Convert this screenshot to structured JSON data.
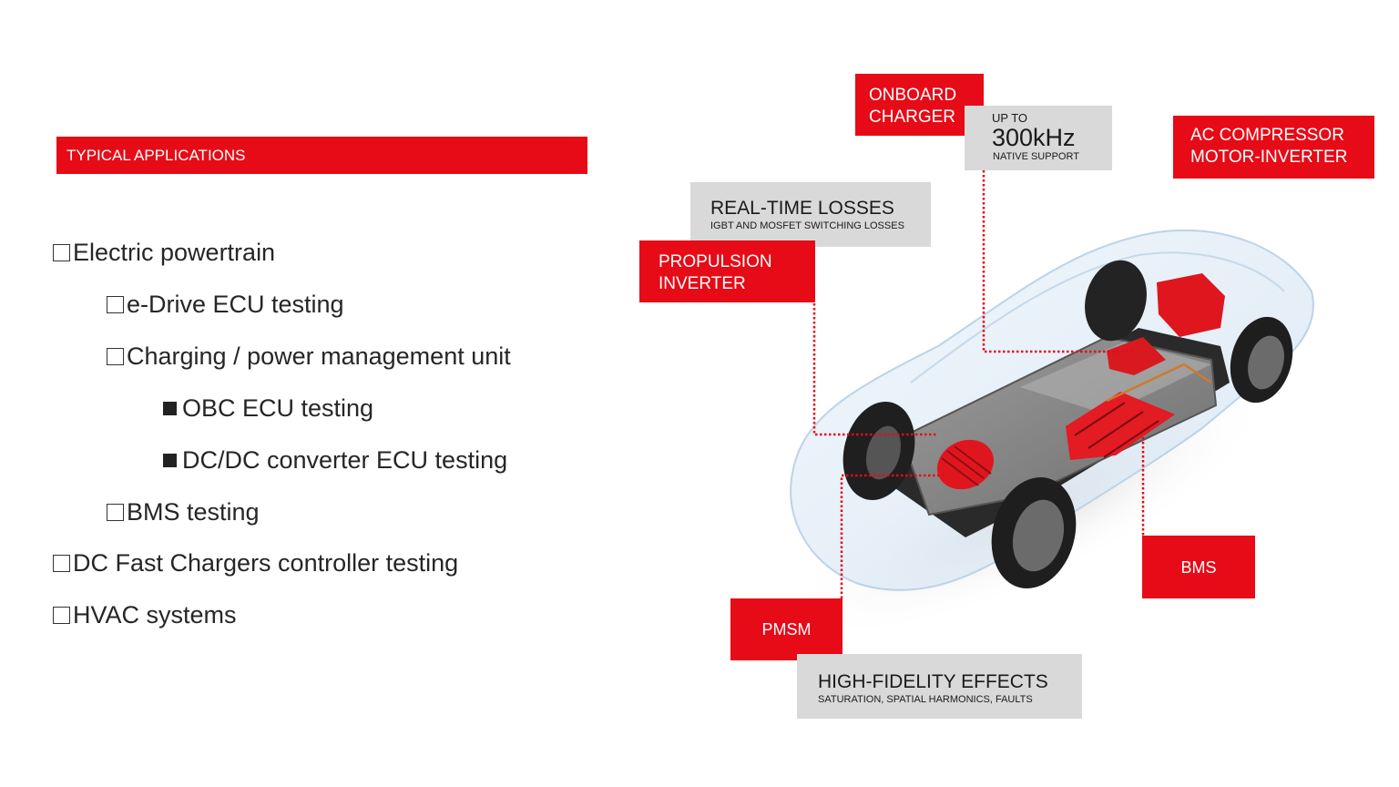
{
  "section": {
    "title": "TYPICAL APPLICATIONS"
  },
  "applications": [
    {
      "label": "Electric powertrain",
      "level": 0,
      "bullet": "open-square"
    },
    {
      "label": "e-Drive ECU testing",
      "level": 1,
      "bullet": "open-square"
    },
    {
      "label": "Charging / power management unit",
      "level": 1,
      "bullet": "open-square"
    },
    {
      "label": "OBC ECU testing",
      "level": 2,
      "bullet": "filled-square"
    },
    {
      "label": "DC/DC converter ECU testing",
      "level": 2,
      "bullet": "filled-square"
    },
    {
      "label": "BMS testing",
      "level": 1,
      "bullet": "open-square"
    },
    {
      "label": "DC Fast Chargers controller testing",
      "level": 0,
      "bullet": "open-square"
    },
    {
      "label": "HVAC systems",
      "level": 0,
      "bullet": "open-square"
    }
  ],
  "diagram": {
    "image_subject": "Transparent electric car chassis with highlighted components",
    "labels": {
      "onboard_charger": {
        "line1": "ONBOARD",
        "line2": "CHARGER"
      },
      "frequency": {
        "prefix": "UP TO",
        "value": "300kHz",
        "suffix": "NATIVE SUPPORT"
      },
      "ac_compressor": {
        "line1": "AC COMPRESSOR",
        "line2": "MOTOR-INVERTER"
      },
      "real_time_losses": {
        "title": "REAL-TIME LOSSES",
        "subtitle": "IGBT AND MOSFET SWITCHING LOSSES"
      },
      "propulsion_inverter": {
        "line1": "PROPULSION",
        "line2": "INVERTER"
      },
      "bms": {
        "label": "BMS"
      },
      "pmsm": {
        "label": "PMSM"
      },
      "high_fidelity": {
        "title": "HIGH-FIDELITY EFFECTS",
        "subtitle": "SATURATION, SPATIAL HARMONICS, FAULTS"
      }
    }
  },
  "colors": {
    "accent_red": "#e60b17",
    "callout_gray": "#d9d9d9",
    "text_dark": "#262626"
  }
}
